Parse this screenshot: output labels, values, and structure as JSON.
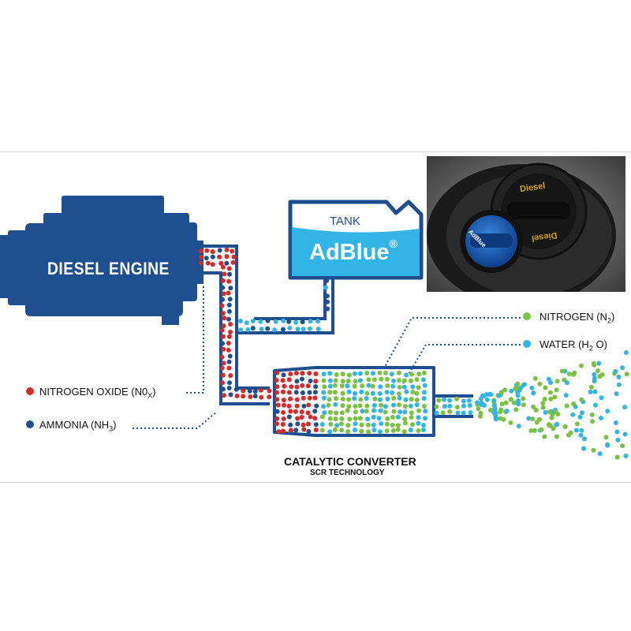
{
  "engine": {
    "label": "DIESEL ENGINE"
  },
  "tank": {
    "title": "TANK",
    "brand": "AdBlue",
    "brand_mark": "®"
  },
  "legend": {
    "nitrogen_oxide": {
      "text": "NITROGEN OXIDE (N0",
      "sub": "X",
      "close": ")",
      "color": "#d42a2a"
    },
    "ammonia": {
      "text": "AMMONIA (NH",
      "sub": "3",
      "close": ")",
      "color": "#1f4f8e"
    },
    "nitrogen": {
      "text": "NITROGEN (N",
      "sub": "2",
      "close": ")",
      "color": "#7cc142"
    },
    "water": {
      "text": "WATER (H",
      "sub": "2",
      "close": " O)",
      "color": "#33b4e6"
    }
  },
  "converter": {
    "title": "CATALYTIC CONVERTER",
    "subtitle": "SCR TECHNOLOGY"
  },
  "photo": {
    "cap_left_text": "AdBlue",
    "cap_right_text": "Diesel",
    "cap_right_text_bottom": "Diesel"
  },
  "colors": {
    "engine_blue": "#1f4f8e",
    "pipe_blue": "#1e4e8f",
    "adblue_fill": "#33b4e6"
  }
}
